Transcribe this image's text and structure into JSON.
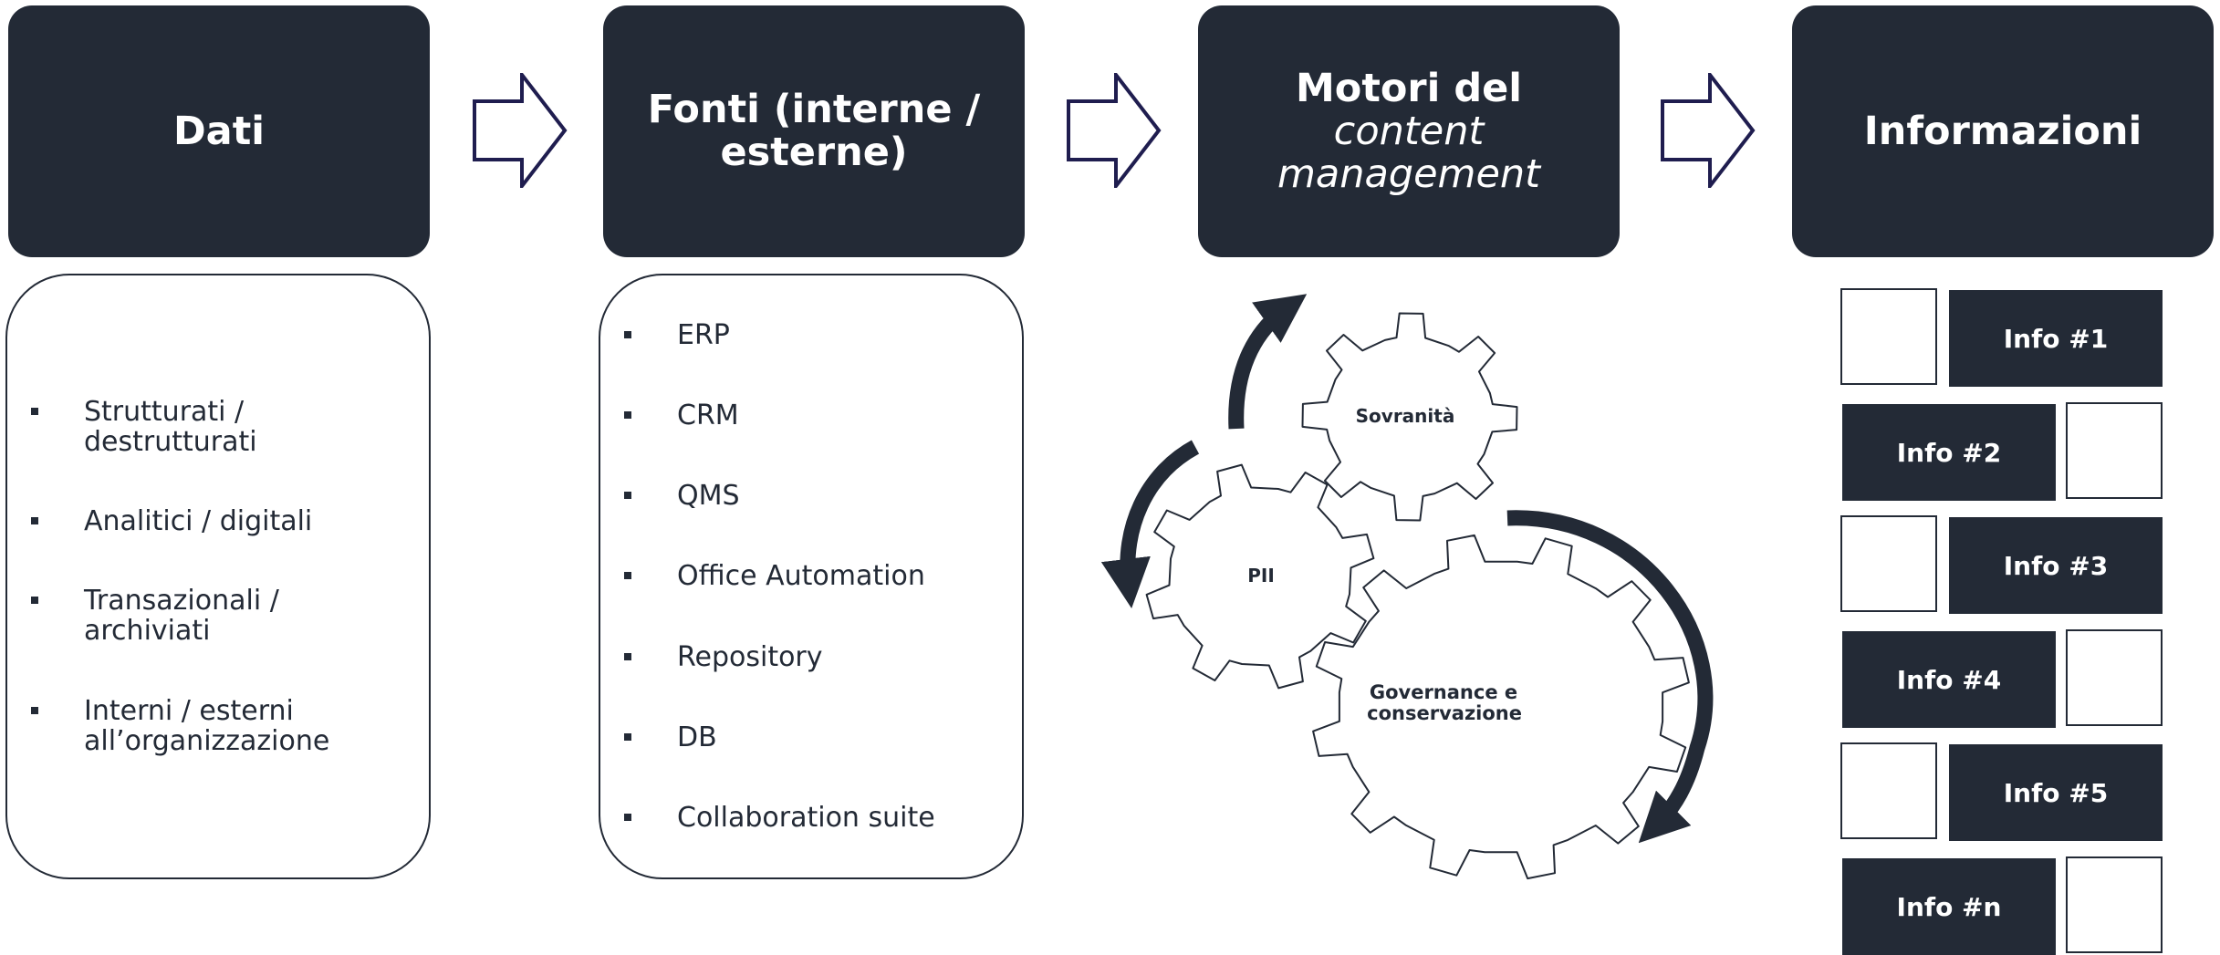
{
  "steps": [
    {
      "title": "Dati"
    },
    {
      "title": "Fonti (interne / esterne)",
      "line1": "Fonti (interne /",
      "line2": "esterne)"
    },
    {
      "title_bold": "Motori del",
      "title_italic_1": "content",
      "title_italic_2": "management"
    },
    {
      "title": "Informazioni"
    }
  ],
  "dati_items": [
    {
      "line1": "Strutturati /",
      "line2": "destrutturati"
    },
    {
      "line1": "Analitici / digitali",
      "line2": ""
    },
    {
      "line1": "Transazionali /",
      "line2": "archiviati"
    },
    {
      "line1": "Interni / esterni",
      "line2": "all’organizzazione"
    }
  ],
  "fonti_items": [
    "ERP",
    "CRM",
    "QMS",
    "Office Automation",
    "Repository",
    "DB",
    "Collaboration suite"
  ],
  "gears": {
    "top": "Sovranità",
    "left": "PII",
    "big_line1": "Governance e",
    "big_line2": "conservazione"
  },
  "info_items": [
    "Info #1",
    "Info #2",
    "Info #3",
    "Info #4",
    "Info #5",
    "Info #n"
  ],
  "colors": {
    "dark": "#232a36",
    "arrow_outline": "#1f1d4f",
    "background": "#ffffff"
  }
}
